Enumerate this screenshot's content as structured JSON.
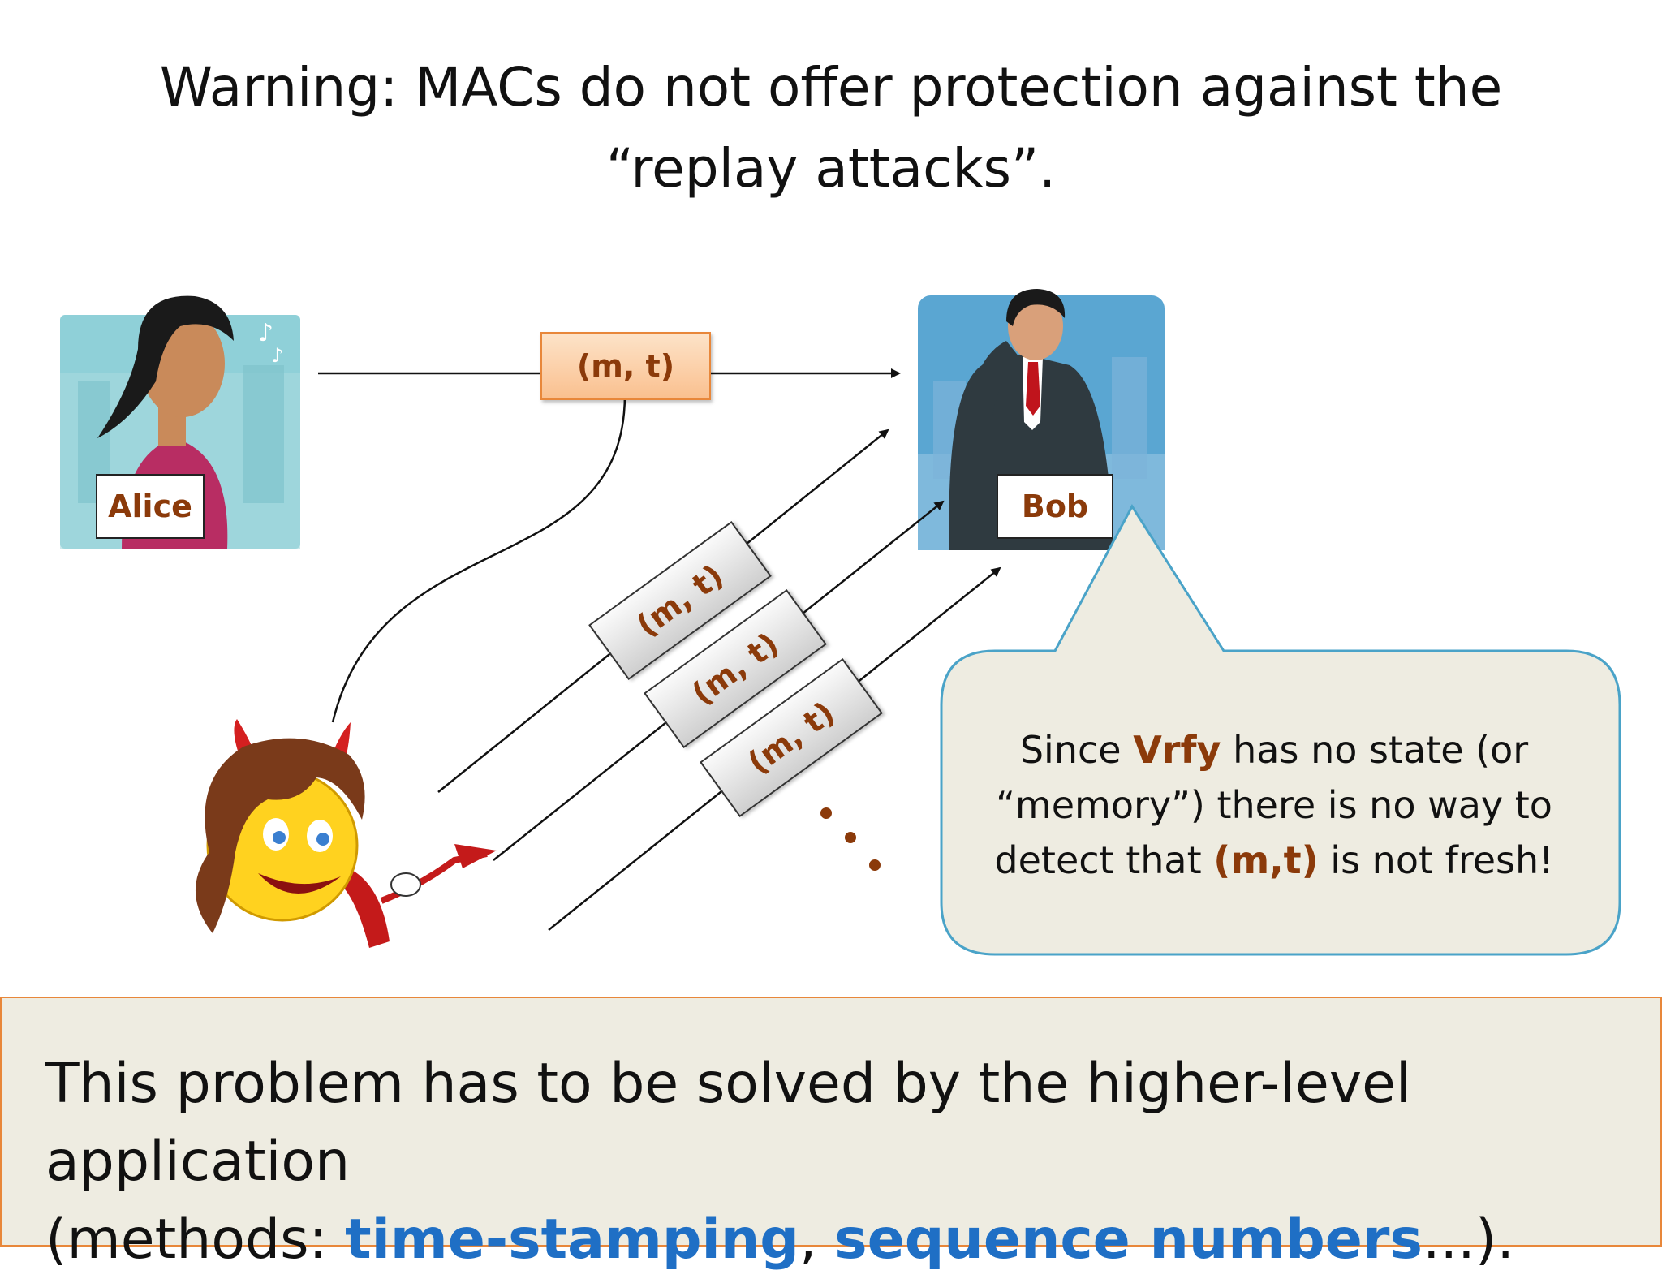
{
  "title": {
    "line1": "Warning: MACs do not offer protection against the",
    "line2": "“replay attacks”."
  },
  "alice": {
    "label": "Alice"
  },
  "bob": {
    "label": "Bob"
  },
  "message": {
    "label": "(m, t)"
  },
  "replays": [
    {
      "label": "(m, t)"
    },
    {
      "label": "(m, t)"
    },
    {
      "label": "(m, t)"
    }
  ],
  "bubble": {
    "line1_pre": "Since ",
    "line1_hl": "Vrfy",
    "line1_post": " has no state (or",
    "line2": "“memory”) there is no way to",
    "line3_pre": "detect that ",
    "line3_hl": "(m,t)",
    "line3_post": " is not fresh!"
  },
  "bottom": {
    "line1": "This problem has to be solved by the higher-level application",
    "line2_pre": "(methods: ",
    "method1": "time-stamping",
    "sep": ", ",
    "method2": "sequence numbers",
    "line2_post": "...)."
  },
  "colors": {
    "accent_brown": "#8b3a0a",
    "method_blue": "#1f6fc5",
    "panel_bg": "#eeece1",
    "panel_border": "#e8873a"
  },
  "icons": [
    "alice-portrait-icon",
    "bob-portrait-icon",
    "devil-adversary-icon",
    "ellipsis-icon"
  ]
}
